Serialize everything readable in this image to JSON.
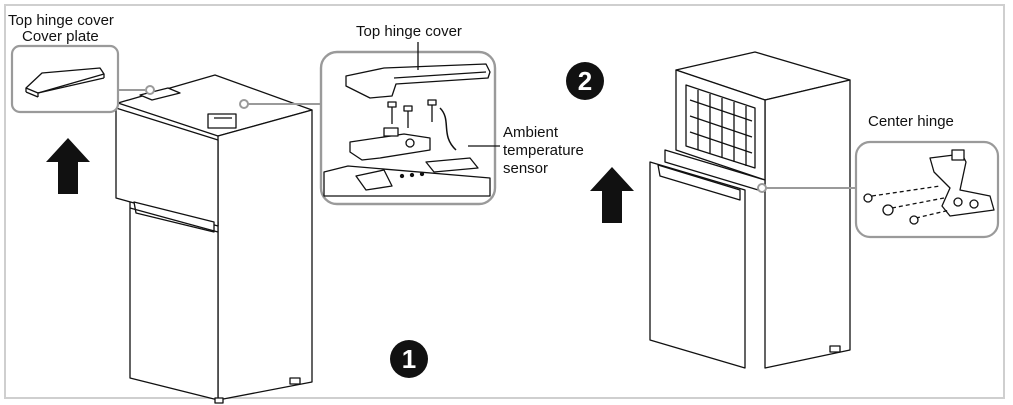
{
  "labels": {
    "top_hinge_cover_left": "Top hinge cover",
    "cover_plate": "Cover plate",
    "top_hinge_cover_detail": "Top hinge cover",
    "ambient_line1": "Ambient",
    "ambient_line2": "temperature",
    "ambient_line3": "sensor",
    "center_hinge": "Center hinge"
  },
  "steps": {
    "one": "1",
    "two": "2"
  },
  "icons": {
    "arrow": "up-arrow-icon"
  },
  "colors": {
    "line": "#111111",
    "callout_border": "#9a9a9a",
    "frame": "#cfcfcf"
  }
}
